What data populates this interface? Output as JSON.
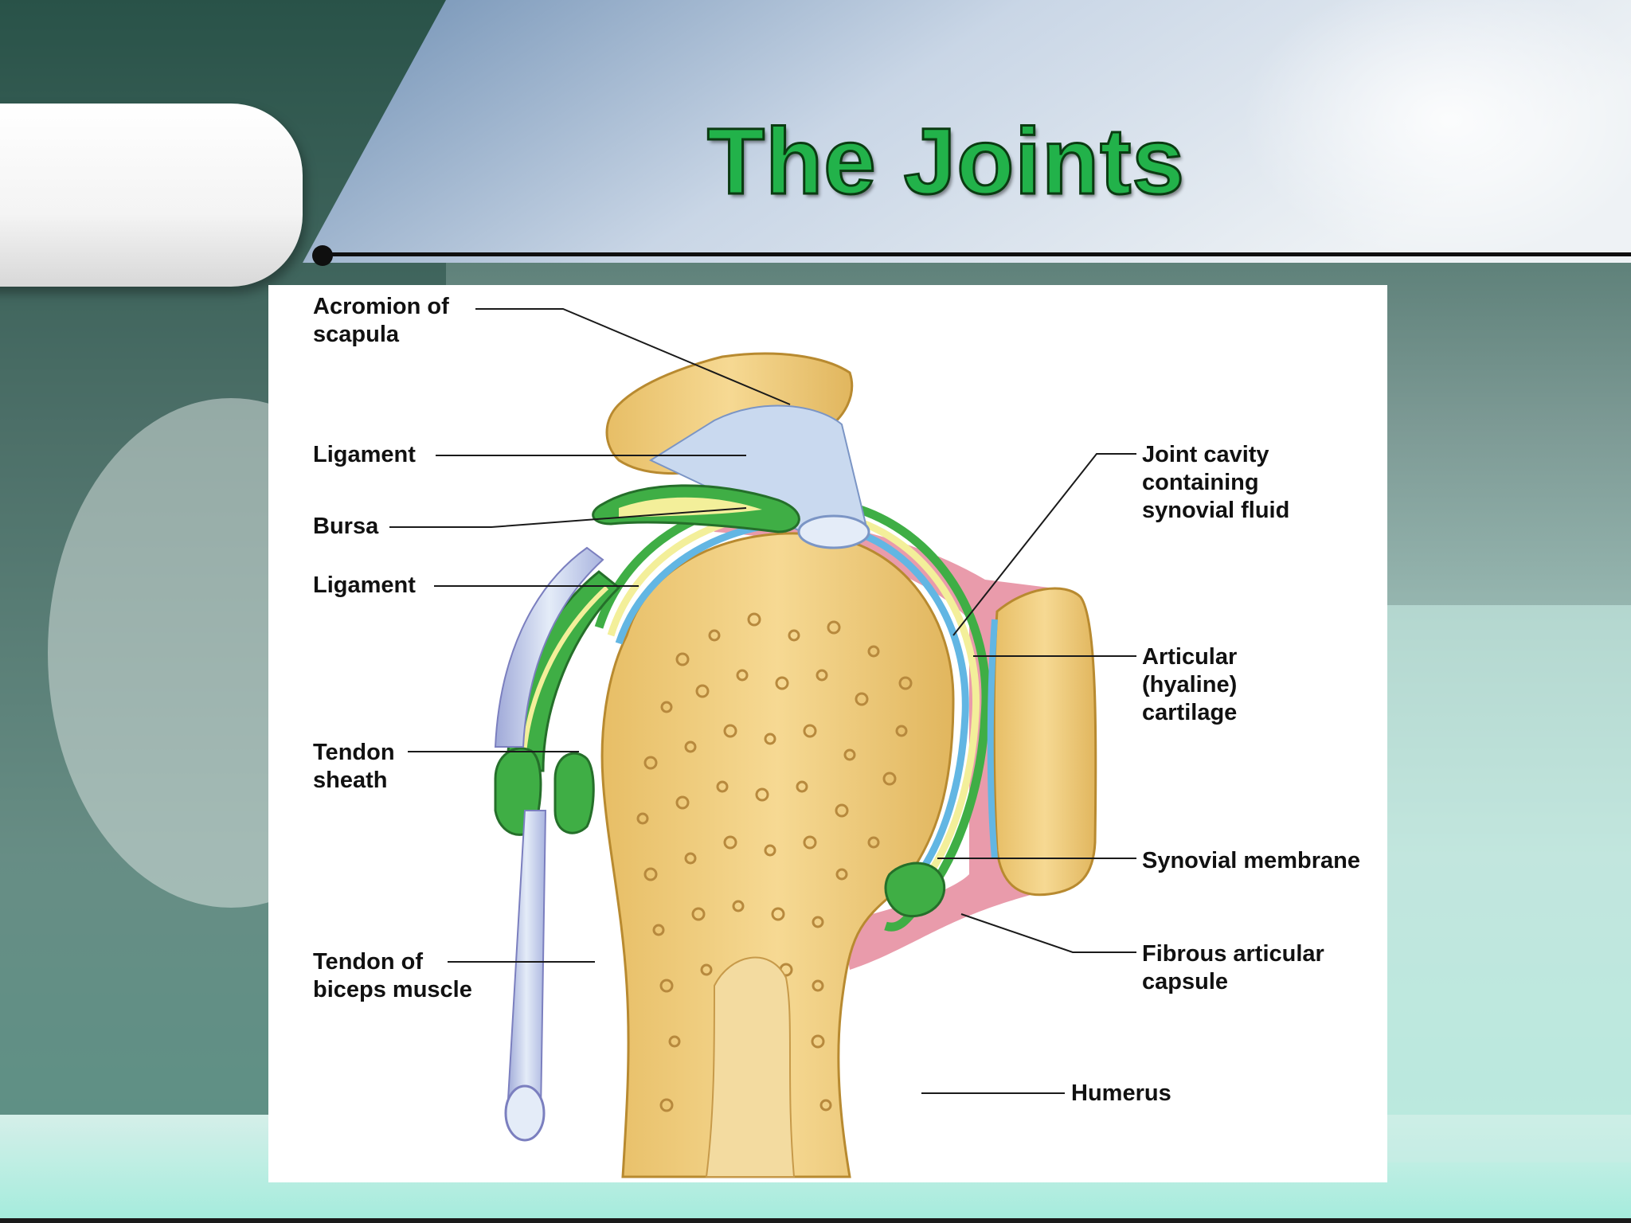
{
  "slide": {
    "title": "The Joints"
  },
  "labels": {
    "acromion": "Acromion of\nscapula",
    "ligament_top": "Ligament",
    "bursa": "Bursa",
    "ligament_mid": "Ligament",
    "tendon_sheath": "Tendon\nsheath",
    "tendon_biceps": "Tendon of\nbiceps muscle",
    "joint_cavity": "Joint cavity\ncontaining\nsynovial fluid",
    "articular_cartilage": "Articular\n(hyaline)\ncartilage",
    "synovial_membrane": "Synovial membrane",
    "fibrous_capsule": "Fibrous articular\ncapsule",
    "humerus": "Humerus"
  },
  "colors": {
    "bone": "#f0cf7e",
    "bone_outline": "#b88a30",
    "ligament": "#c9d9ef",
    "bursa_green": "#3fae45",
    "bursa_yellow": "#f3ef9a",
    "cartilage_blue": "#62b6e3",
    "capsule_pink": "#e58a9c",
    "title_green": "#22b24a"
  }
}
